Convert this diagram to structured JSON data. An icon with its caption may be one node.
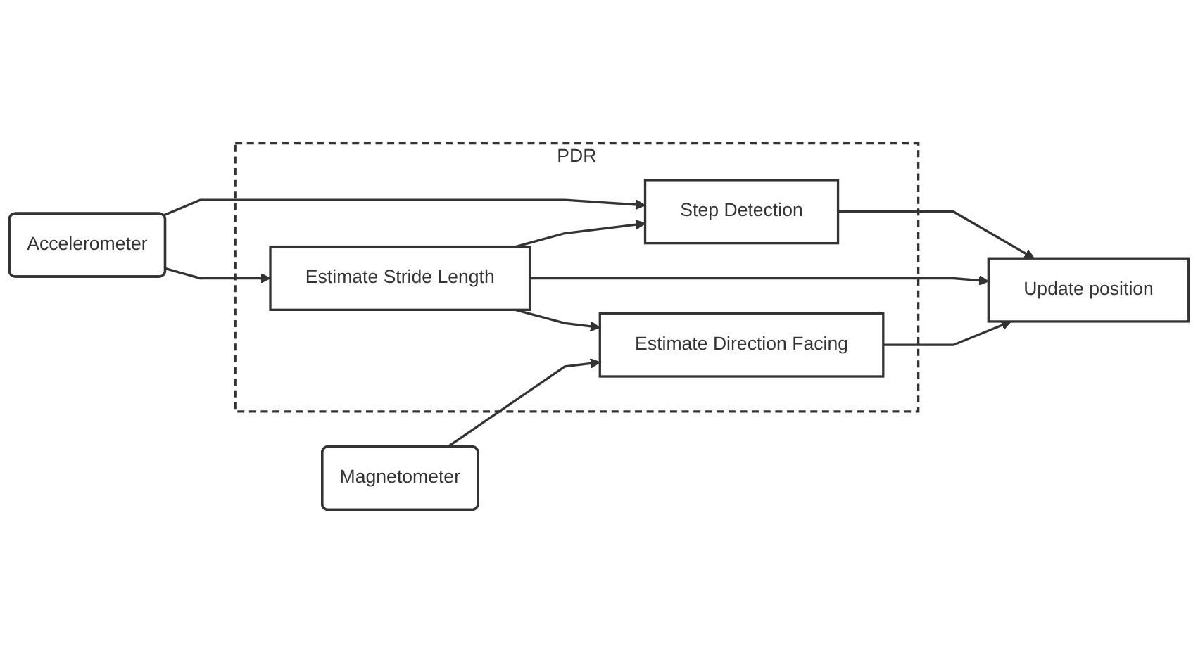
{
  "diagram": {
    "nodes": [
      {
        "text": [
          "Accelerometer"
        ]
      },
      {
        "text": [
          "PDR"
        ]
      },
      {
        "text": [
          "Step Detection"
        ],
        "in": 1
      },
      {
        "text": [
          "Estimate Stride Length"
        ],
        "in": 1
      },
      {
        "text": [
          "Estimate Direction Facing"
        ],
        "in": 1
      },
      {
        "text": [
          "Magnetometer"
        ]
      },
      {
        "text": [
          "Update position"
        ]
      }
    ],
    "edges": [
      {
        "from": 0,
        "to": 2,
        "arrow": "to"
      },
      {
        "from": 0,
        "to": 3,
        "arrow": "to"
      },
      {
        "from": 3,
        "to": 2,
        "arrow": "to"
      },
      {
        "from": 3,
        "to": 4,
        "arrow": "to"
      },
      {
        "from": 5,
        "to": 4,
        "arrow": "to"
      },
      {
        "from": 2,
        "to": 6,
        "arrow": "to"
      },
      {
        "from": 3,
        "to": 6,
        "arrow": "to"
      },
      {
        "from": 4,
        "to": 6,
        "arrow": "to"
      }
    ]
  }
}
